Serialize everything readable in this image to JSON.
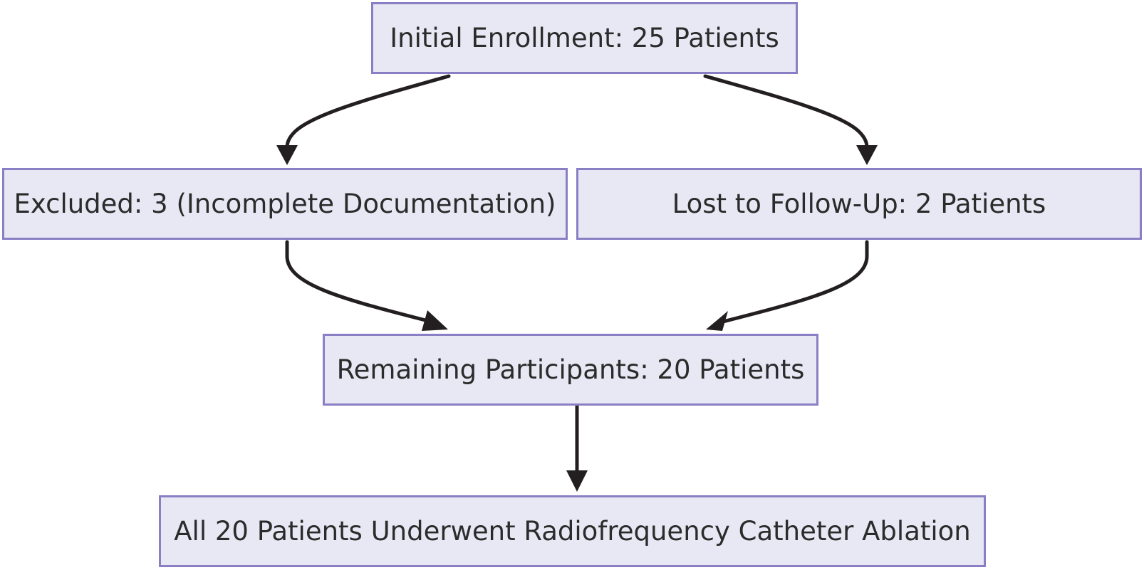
{
  "flowchart": {
    "nodes": {
      "enrollment": "Initial Enrollment: 25 Patients",
      "excluded": "Excluded: 3 (Incomplete Documentation)",
      "lost": "Lost to Follow-Up: 2 Patients",
      "remaining": "Remaining Participants: 20 Patients",
      "ablation": "All 20 Patients Underwent Radiofrequency Catheter Ablation"
    },
    "edges": [
      {
        "from": "enrollment",
        "to": "excluded"
      },
      {
        "from": "enrollment",
        "to": "lost"
      },
      {
        "from": "excluded",
        "to": "remaining"
      },
      {
        "from": "lost",
        "to": "remaining"
      },
      {
        "from": "remaining",
        "to": "ablation"
      }
    ],
    "colors": {
      "node_fill": "#e8e8f5",
      "node_border": "#8a7fc4",
      "arrow": "#231f20",
      "text": "#2b2b2b"
    }
  }
}
